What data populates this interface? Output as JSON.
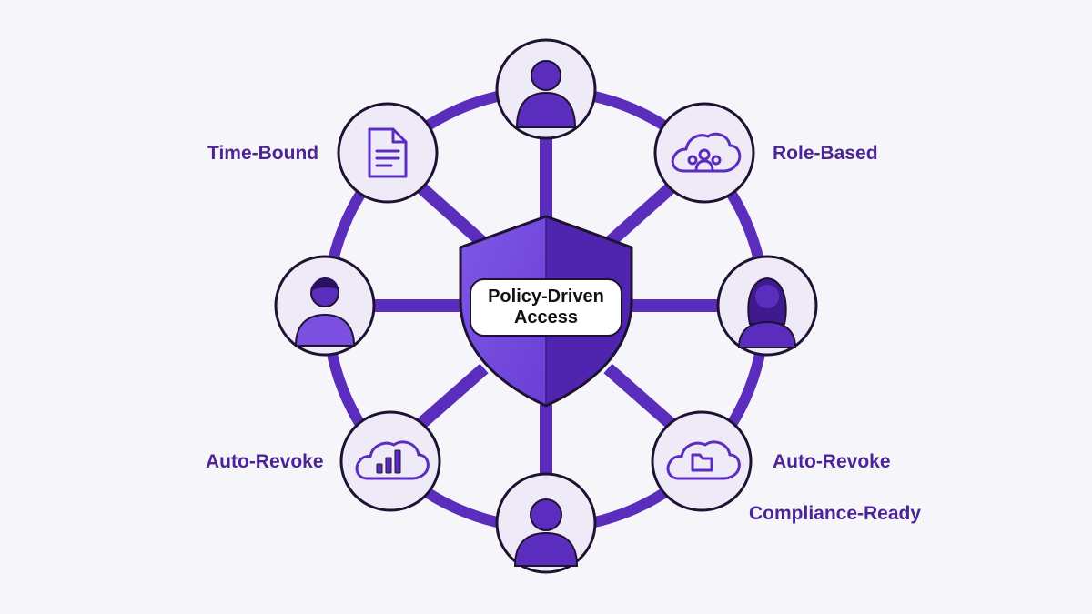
{
  "colors": {
    "accent": "#5b2dbe",
    "accent_light": "#7b4fe0",
    "accent_dark": "#4a21a8",
    "node_fill": "#efeaf7",
    "outline": "#1e1233",
    "background": "#f6f5f9"
  },
  "center": {
    "icon": "shield-icon",
    "label_line1": "Policy-Driven",
    "label_line2": "Access"
  },
  "nodes": [
    {
      "id": "top",
      "icon": "user-icon"
    },
    {
      "id": "top-right",
      "icon": "cloud-users-icon"
    },
    {
      "id": "right",
      "icon": "woman-user-icon"
    },
    {
      "id": "bottom-right",
      "icon": "cloud-folder-icon"
    },
    {
      "id": "bottom",
      "icon": "user-icon"
    },
    {
      "id": "bottom-left",
      "icon": "cloud-chart-icon"
    },
    {
      "id": "left",
      "icon": "user-icon"
    },
    {
      "id": "top-left",
      "icon": "document-icon"
    }
  ],
  "labels": {
    "time_bound": "Time-Bound",
    "role_based": "Role-Based",
    "auto_revoke_left": "Auto-Revoke",
    "auto_revoke_right": "Auto-Revoke",
    "compliance_ready": "Compliance-Ready"
  }
}
